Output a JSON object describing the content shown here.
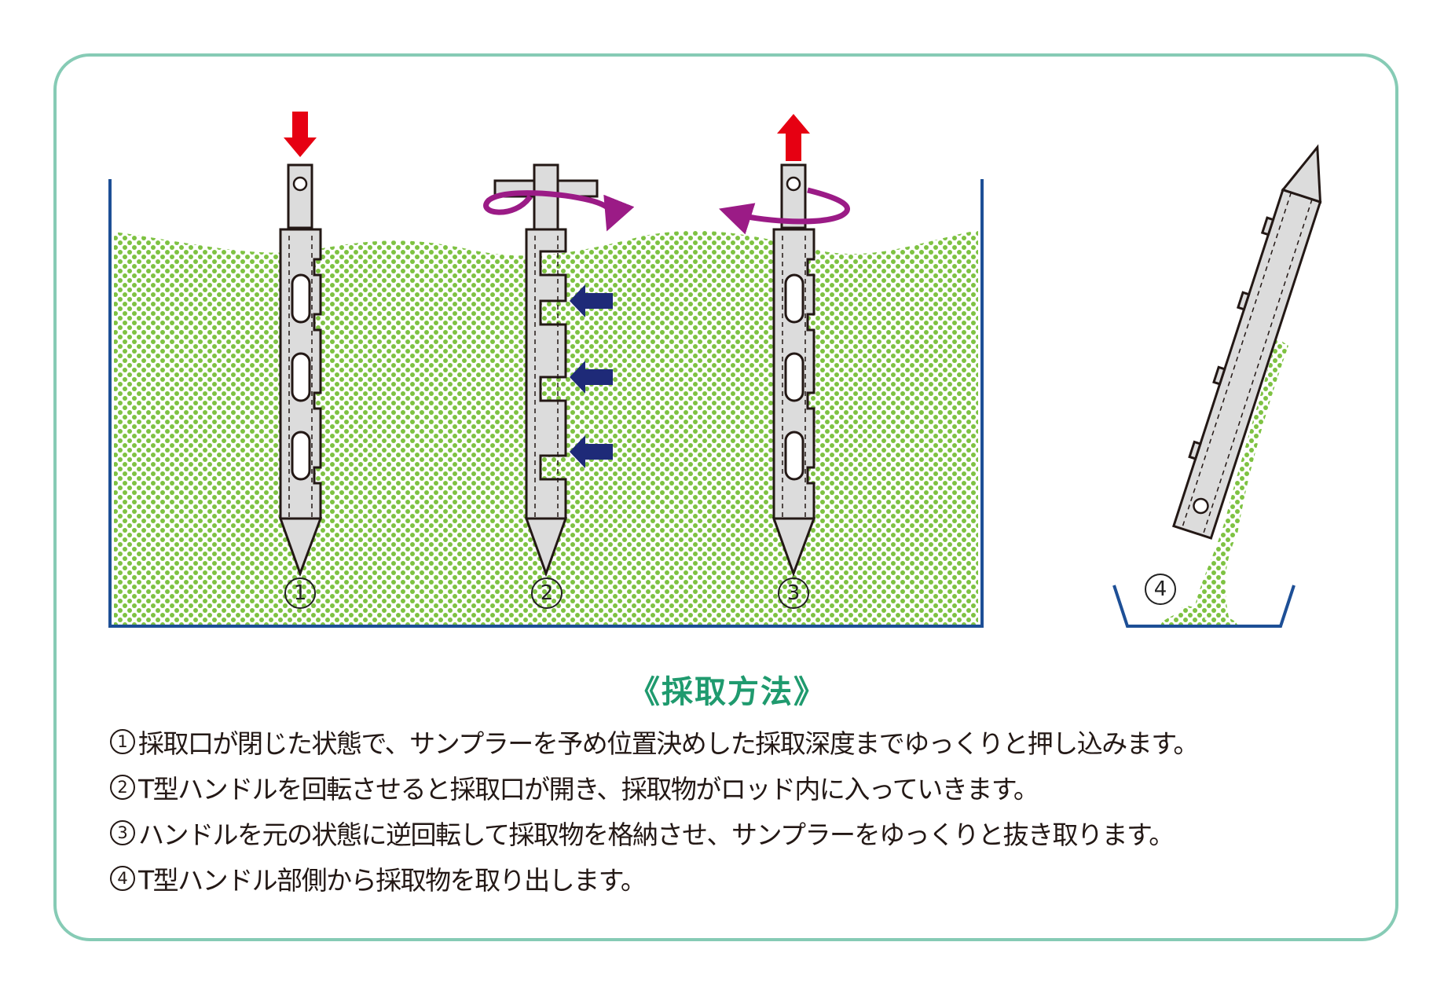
{
  "diagram": {
    "step_labels": [
      "1",
      "2",
      "3",
      "4"
    ]
  },
  "title": "《採取方法》",
  "steps": [
    {
      "num": "1",
      "text": "採取口が閉じた状態で、サンプラーを予め位置決めした採取深度までゆっくりと押し込みます。"
    },
    {
      "num": "2",
      "text": "T型ハンドルを回転させると採取口が開き、採取物がロッド内に入っていきます。"
    },
    {
      "num": "3",
      "text": "ハンドルを元の状態に逆回転して採取物を格納させ、サンプラーをゆっくりと抜き取ります。"
    },
    {
      "num": "4",
      "text": "T型ハンドル部側から採取物を取り出します。"
    }
  ],
  "colors": {
    "border": "#86cbb5",
    "title": "#1f9a6e",
    "soil_dot": "#7ec242",
    "container": "#1d4f96",
    "push_arrow": "#e60012",
    "rotate_arrow": "#9b1b86",
    "inflow_arrow": "#1e2a78",
    "probe_fill": "#dcdcdc",
    "probe_outline": "#231815"
  }
}
